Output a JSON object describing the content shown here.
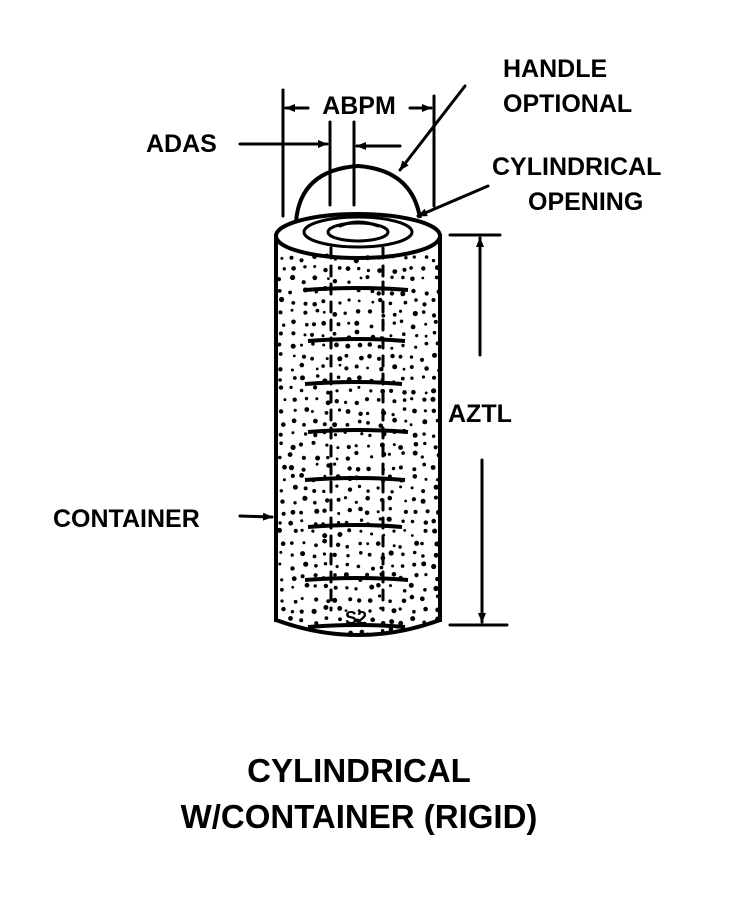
{
  "diagram": {
    "labels": {
      "abpm": "ABPM",
      "adas": "ADAS",
      "handle_line1": "HANDLE",
      "handle_line2": "OPTIONAL",
      "opening_line1": "CYLINDRICAL",
      "opening_line2": "OPENING",
      "aztl": "AZTL",
      "container": "CONTAINER"
    },
    "caption": {
      "line1": "CYLINDRICAL",
      "line2": "W/CONTAINER (RIGID)"
    },
    "colors": {
      "ink": "#000000",
      "background": "#ffffff"
    }
  }
}
